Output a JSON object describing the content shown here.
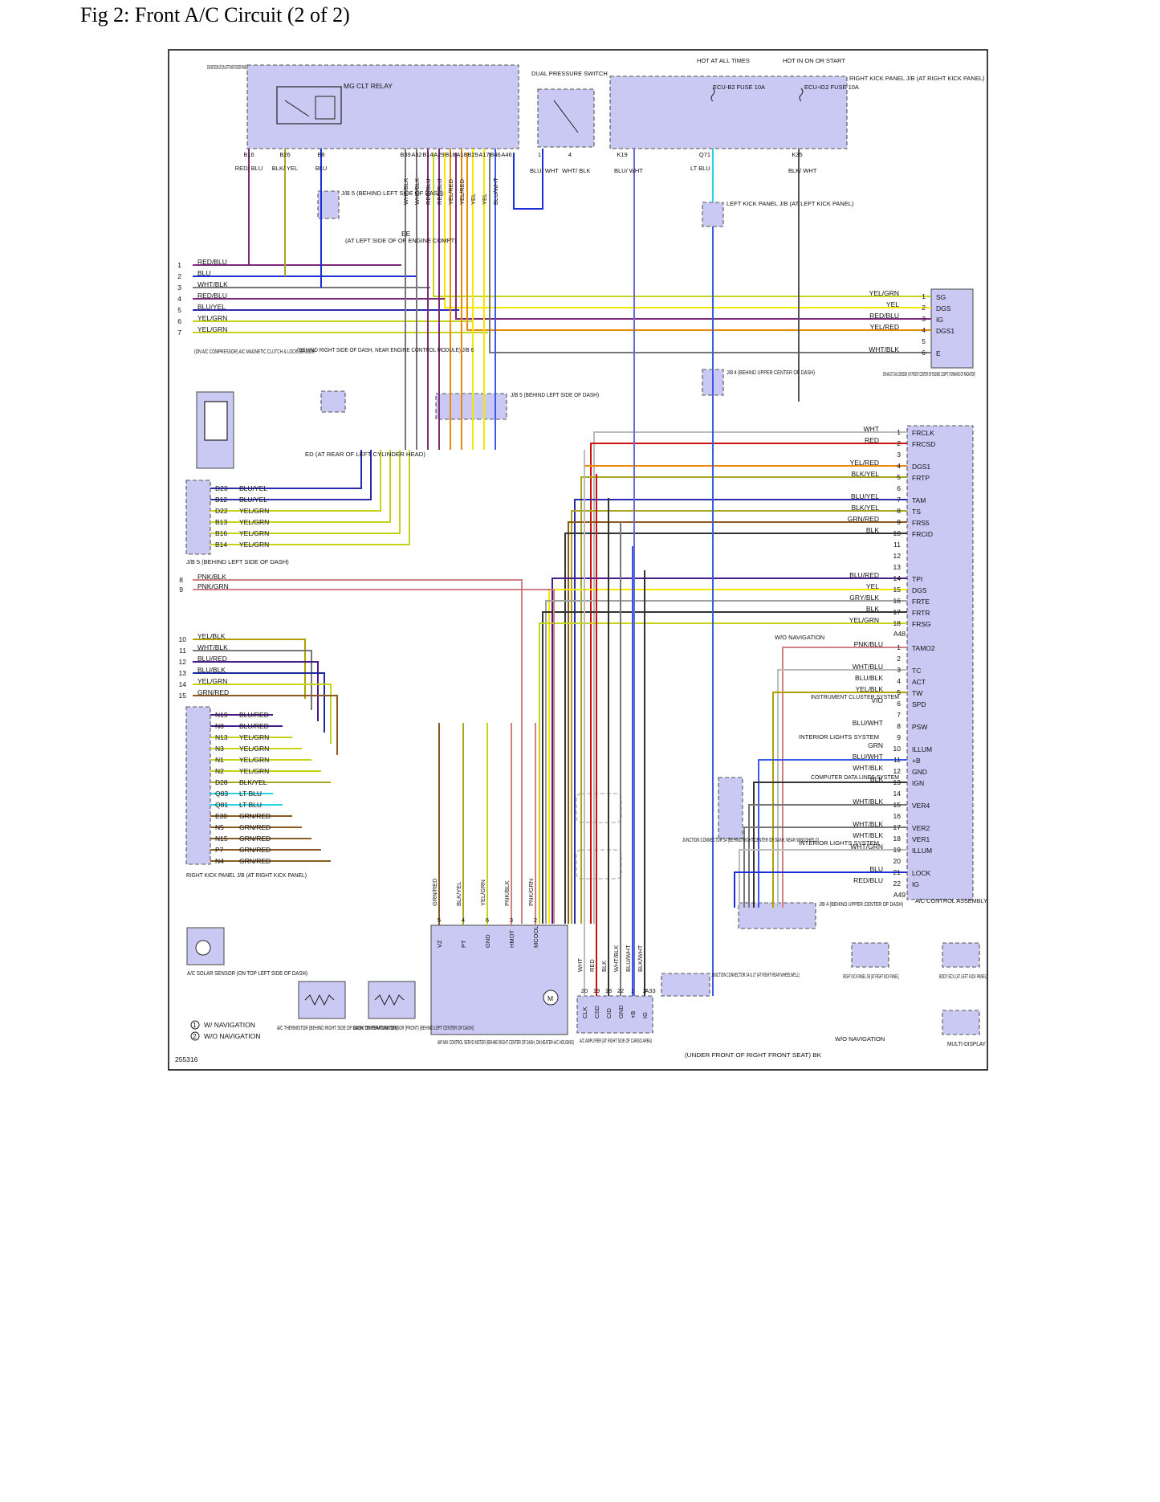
{
  "title": "Fig 2: Front A/C Circuit (2 of 2)",
  "diagram_id": "255316",
  "colors": {
    "box": "#c9c9f4",
    "RED/BLU": "#7b2a7b",
    "BLU": "#1c2ed8",
    "WHT/BLK": "#777777",
    "RED/BLU2": "#d01010",
    "BLU/YEL": "#2a2ab0",
    "YEL/GRN": "#c7d21a",
    "YEL/GRN2": "#9ab614",
    "YEL": "#f5e800",
    "YEL/RED": "#e98a0a",
    "LT BLU": "#24d4e4",
    "BRN": "#8a4a10",
    "GRN/RED": "#8a5a20",
    "PNK": "#d08080",
    "VIO": "#e01cc0",
    "GRY": "#a0a0a0",
    "BLK": "#333333"
  },
  "components": {
    "engine_jb": "ENGINE ROOM J/B (ON LEFT INNER FENDER PANEL)",
    "mg_clt": "MG CLT RELAY",
    "dual_pressure": "DUAL PRESSURE SWITCH",
    "hot_at_all_times": "HOT AT ALL TIMES",
    "hot_in_on": "HOT IN ON OR START",
    "ecu_b2": "ECU-B2 FUSE 10A",
    "ecu_ig2": "ECU-IG2 FUSE 10A",
    "right_kick_jb_top": "RIGHT KICK PANEL J/B (AT RIGHT KICK PANEL)",
    "jb5_top": "J/B 5 (BEHIND LEFT SIDE OF DASH)",
    "ee": "EE",
    "ee_note": "(AT LEFT SIDE OF OF ENGINE COMPT)",
    "left_kick_jb": "LEFT KICK PANEL J/B (AT LEFT KICK PANEL)",
    "exhaust_sensor": "EXHAUST GAS SENSOR (AT FRONT CENTER OF ENGINE COMPT, FORWARD OF RADIATOR)",
    "compressor": "(ON A/C COMPRESSOR) A/C MAGNETIC CLUTCH & LOCK SENSOR",
    "jb6": "(BEHIND RIGHT SIDE OF DASH, NEAR ENGINE CONTROL MODULE) J/B 6",
    "jb5_mid": "J/B 5 (BEHIND LEFT SIDE OF DASH)",
    "jb4_upper": "J/B 4 (BEHIND UPPER CENTER OF DASH)",
    "ed": "ED (AT REAR OF LEFT CYLINDER HEAD)",
    "jb5_left": "J/B 5 (BEHIND LEFT SIDE OF DASH)",
    "right_kick_left": "RIGHT KICK PANEL J/B (AT RIGHT KICK PANEL)",
    "ac_control": "A/C CONTROL ASSEMBLY",
    "instrument_cluster": "INSTRUMENT CLUSTER SYSTEM",
    "interior_lights": "INTERIOR LIGHTS SYSTEM",
    "computer_data": "COMPUTER DATA LINES SYSTEM",
    "junction14": "JUNCTION CONNECTOR 14 (BEHIND RIGHT CENTER OF DASH, NEAR WINDSHIELD)",
    "jb4_bottom": "J/B 4 (BEHIND UPPER CENTER OF DASH)",
    "solar": "A/C SOLAR SENSOR (ON TOP LEFT SIDE OF DASH)",
    "thermistor": "A/C THERMISTOR (BEHIND RIGHT SIDE OF DASH, ON EVAPORATOR)",
    "room_temp": "ROOM TEMPERATURE SENSOR (FRONT) (BEHIND LEFT CENTER OF DASH)",
    "air_mix": "AIR MIX CONTROL SERVO MOTOR (BEHIND RIGHT CENTER OF DASH, ON HEATER-A/C HOUSING)",
    "ac_amp": "A/C AMPLIFIER (AT RIGHT SIDE OF CARGO AREA)",
    "junction2427": "JUNCTION CONNECTOR 24 & 27 (AT RIGHT REAR WHEELWELL)",
    "bk_ground": "(UNDER FRONT OF RIGHT FRONT SEAT) BK",
    "right_kick_bottom": "RIGHT KICK PANEL J/B (AT RIGHT KICK PANEL)",
    "body_ecu": "BODY ECU (AT LEFT KICK PANEL)",
    "multi_display": "MULTI-DISPLAY",
    "wo_nav": "W/O NAVIGATION",
    "legend1": "W/ NAVIGATION",
    "legend2": "W/O NAVIGATION"
  },
  "exhaust_pins": [
    {
      "pin": "1",
      "wire": "YEL/GRN",
      "name": "SG"
    },
    {
      "pin": "2",
      "wire": "YEL",
      "name": "DGS"
    },
    {
      "pin": "3",
      "wire": "RED/BLU",
      "name": "IG"
    },
    {
      "pin": "4",
      "wire": "YEL/RED",
      "name": "DGS1"
    },
    {
      "pin": "5",
      "wire": "",
      "name": ""
    },
    {
      "pin": "6",
      "wire": "WHT/BLK",
      "name": "E"
    }
  ],
  "acc_pins_a": [
    {
      "pin": "1",
      "wire": "WHT",
      "name": "FRCLK"
    },
    {
      "pin": "2",
      "wire": "RED",
      "name": "FRCSD"
    },
    {
      "pin": "3",
      "wire": "",
      "name": ""
    },
    {
      "pin": "4",
      "wire": "YEL/RED",
      "name": "DGS1"
    },
    {
      "pin": "5",
      "wire": "BLK/YEL",
      "name": "FRTP"
    },
    {
      "pin": "6",
      "wire": "",
      "name": ""
    },
    {
      "pin": "7",
      "wire": "BLU/YEL",
      "name": "TAM"
    },
    {
      "pin": "8",
      "wire": "BLK/YEL",
      "name": "TS"
    },
    {
      "pin": "9",
      "wire": "GRN/RED",
      "name": "FRS5"
    },
    {
      "pin": "10",
      "wire": "BLK",
      "name": "FRCID"
    },
    {
      "pin": "11",
      "wire": "",
      "name": ""
    },
    {
      "pin": "12",
      "wire": "",
      "name": ""
    },
    {
      "pin": "13",
      "wire": "",
      "name": ""
    },
    {
      "pin": "14",
      "wire": "BLU/RED",
      "name": "TPI"
    },
    {
      "pin": "15",
      "wire": "YEL",
      "name": "DGS"
    },
    {
      "pin": "16",
      "wire": "GRY/BLK",
      "name": "FRTE"
    },
    {
      "pin": "17",
      "wire": "BLK",
      "name": "FRTR"
    },
    {
      "pin": "18",
      "wire": "YEL/GRN",
      "name": "FRSG"
    }
  ],
  "acc_pins_b": [
    {
      "pin": "1",
      "wire": "PNK/BLU",
      "name": "TAMO2"
    },
    {
      "pin": "2",
      "wire": "",
      "name": ""
    },
    {
      "pin": "3",
      "wire": "WHT/BLU",
      "name": "TC"
    },
    {
      "pin": "4",
      "wire": "BLU/BLK",
      "name": "ACT"
    },
    {
      "pin": "5",
      "wire": "YEL/BLK",
      "name": "TW"
    },
    {
      "pin": "6",
      "wire": "VIO",
      "name": "SPD"
    },
    {
      "pin": "7",
      "wire": "",
      "name": ""
    },
    {
      "pin": "8",
      "wire": "BLU/WHT",
      "name": "PSW"
    },
    {
      "pin": "9",
      "wire": "",
      "name": ""
    },
    {
      "pin": "10",
      "wire": "GRN",
      "name": "ILLUM"
    },
    {
      "pin": "11",
      "wire": "BLU/WHT",
      "name": "+B"
    },
    {
      "pin": "12",
      "wire": "WHT/BLK",
      "name": "GND"
    },
    {
      "pin": "13",
      "wire": "BLK",
      "name": "IGN"
    },
    {
      "pin": "14",
      "wire": "",
      "name": ""
    },
    {
      "pin": "15",
      "wire": "WHT/BLK",
      "name": "VER4"
    },
    {
      "pin": "16",
      "wire": "",
      "name": ""
    },
    {
      "pin": "17",
      "wire": "WHT/BLK",
      "name": "VER2"
    },
    {
      "pin": "18",
      "wire": "WHT/BLK",
      "name": "VER1"
    },
    {
      "pin": "19",
      "wire": "WHT/GRN",
      "name": "ILLUM"
    },
    {
      "pin": "20",
      "wire": "",
      "name": ""
    },
    {
      "pin": "21",
      "wire": "BLU",
      "name": "LOCK"
    },
    {
      "pin": "22",
      "wire": "RED/BLU",
      "name": "IG"
    }
  ],
  "left_harness": [
    {
      "n": "1",
      "wire": "RED/BLU"
    },
    {
      "n": "2",
      "wire": "BLU"
    },
    {
      "n": "3",
      "wire": "WHT/BLK"
    },
    {
      "n": "4",
      "wire": "RED/BLU"
    },
    {
      "n": "5",
      "wire": "BLU/YEL"
    },
    {
      "n": "6",
      "wire": "YEL/GRN"
    },
    {
      "n": "7",
      "wire": "YEL/GRN"
    }
  ],
  "jb5_pins": [
    {
      "pin": "D23",
      "wire": "BLU/YEL"
    },
    {
      "pin": "B12",
      "wire": "BLU/YEL"
    },
    {
      "pin": "D22",
      "wire": "YEL/GRN"
    },
    {
      "pin": "B13",
      "wire": "YEL/GRN"
    },
    {
      "pin": "B16",
      "wire": "YEL/GRN"
    },
    {
      "pin": "B14",
      "wire": "YEL/GRN"
    }
  ],
  "mid_harness": [
    {
      "n": "8",
      "wire": "PNK/BLK"
    },
    {
      "n": "9",
      "wire": "PNK/GRN"
    }
  ],
  "lower_harness": [
    {
      "n": "10",
      "wire": "YEL/BLK"
    },
    {
      "n": "11",
      "wire": "WHT/BLK"
    },
    {
      "n": "12",
      "wire": "BLU/RED"
    },
    {
      "n": "13",
      "wire": "BLU/BLK"
    },
    {
      "n": "14",
      "wire": "YEL/GRN"
    },
    {
      "n": "15",
      "wire": "GRN/RED"
    }
  ],
  "rk_pins": [
    {
      "pin": "N19",
      "wire": "BLU/RED"
    },
    {
      "pin": "N8",
      "wire": "BLU/RED"
    },
    {
      "pin": "N13",
      "wire": "YEL/GRN"
    },
    {
      "pin": "N3",
      "wire": "YEL/GRN"
    },
    {
      "pin": "N1",
      "wire": "YEL/GRN"
    },
    {
      "pin": "N2",
      "wire": "YEL/GRN"
    },
    {
      "pin": "D28",
      "wire": "BLK/YEL"
    },
    {
      "pin": "Q83",
      "wire": "LT BLU"
    },
    {
      "pin": "Q81",
      "wire": "LT BLU"
    },
    {
      "pin": "E30",
      "wire": "GRN/RED"
    },
    {
      "pin": "N5",
      "wire": "GRN/RED"
    },
    {
      "pin": "N15",
      "wire": "GRN/RED"
    },
    {
      "pin": "P7",
      "wire": "GRN/RED"
    },
    {
      "pin": "N4",
      "wire": "GRN/RED"
    }
  ],
  "top_pins": [
    {
      "pin": "B16",
      "wire": "RED/ BLU"
    },
    {
      "pin": "B26",
      "wire": "BLK/ YEL"
    },
    {
      "pin": "B8",
      "wire": "BLU"
    },
    {
      "pin": "B39",
      "wire": "WHT/BLK"
    },
    {
      "pin": "A52",
      "wire": "WHT/BLK"
    },
    {
      "pin": "B14",
      "wire": "RED/BLU"
    },
    {
      "pin": "A29",
      "wire": "RED/BLU"
    },
    {
      "pin": "B18",
      "wire": "YEL/RED"
    },
    {
      "pin": "A18",
      "wire": "YEL/RED"
    },
    {
      "pin": "B29",
      "wire": "YEL"
    },
    {
      "pin": "A17",
      "wire": "YEL"
    },
    {
      "pin": "B46",
      "wire": "BLU/WHT"
    },
    {
      "pin": "A46",
      "wire": ""
    }
  ],
  "servo_pins": [
    {
      "pin": "5",
      "name": "VZ",
      "wire": "GRN/RED"
    },
    {
      "pin": "4",
      "name": "PT",
      "wire": "BLK/YEL"
    },
    {
      "pin": "6",
      "name": "GND",
      "wire": "YEL/GRN"
    },
    {
      "pin": "3",
      "name": "HMOT",
      "wire": "PNK/BLK"
    },
    {
      "pin": "2",
      "name": "MCOOL",
      "wire": "PNK/GRN"
    }
  ],
  "amp_pins": [
    {
      "pin": "20",
      "name": "CLK",
      "wire": "WHT"
    },
    {
      "pin": "19",
      "name": "CSD",
      "wire": "RED"
    },
    {
      "pin": "18",
      "name": "CID",
      "wire": "BLK"
    },
    {
      "pin": "22",
      "name": "GND",
      "wire": "WHT/BLK"
    },
    {
      "pin": "1",
      "name": "+B",
      "wire": "BLU/WHT"
    },
    {
      "pin": "2",
      "name": "IG",
      "wire": "BLK/WHT"
    }
  ]
}
